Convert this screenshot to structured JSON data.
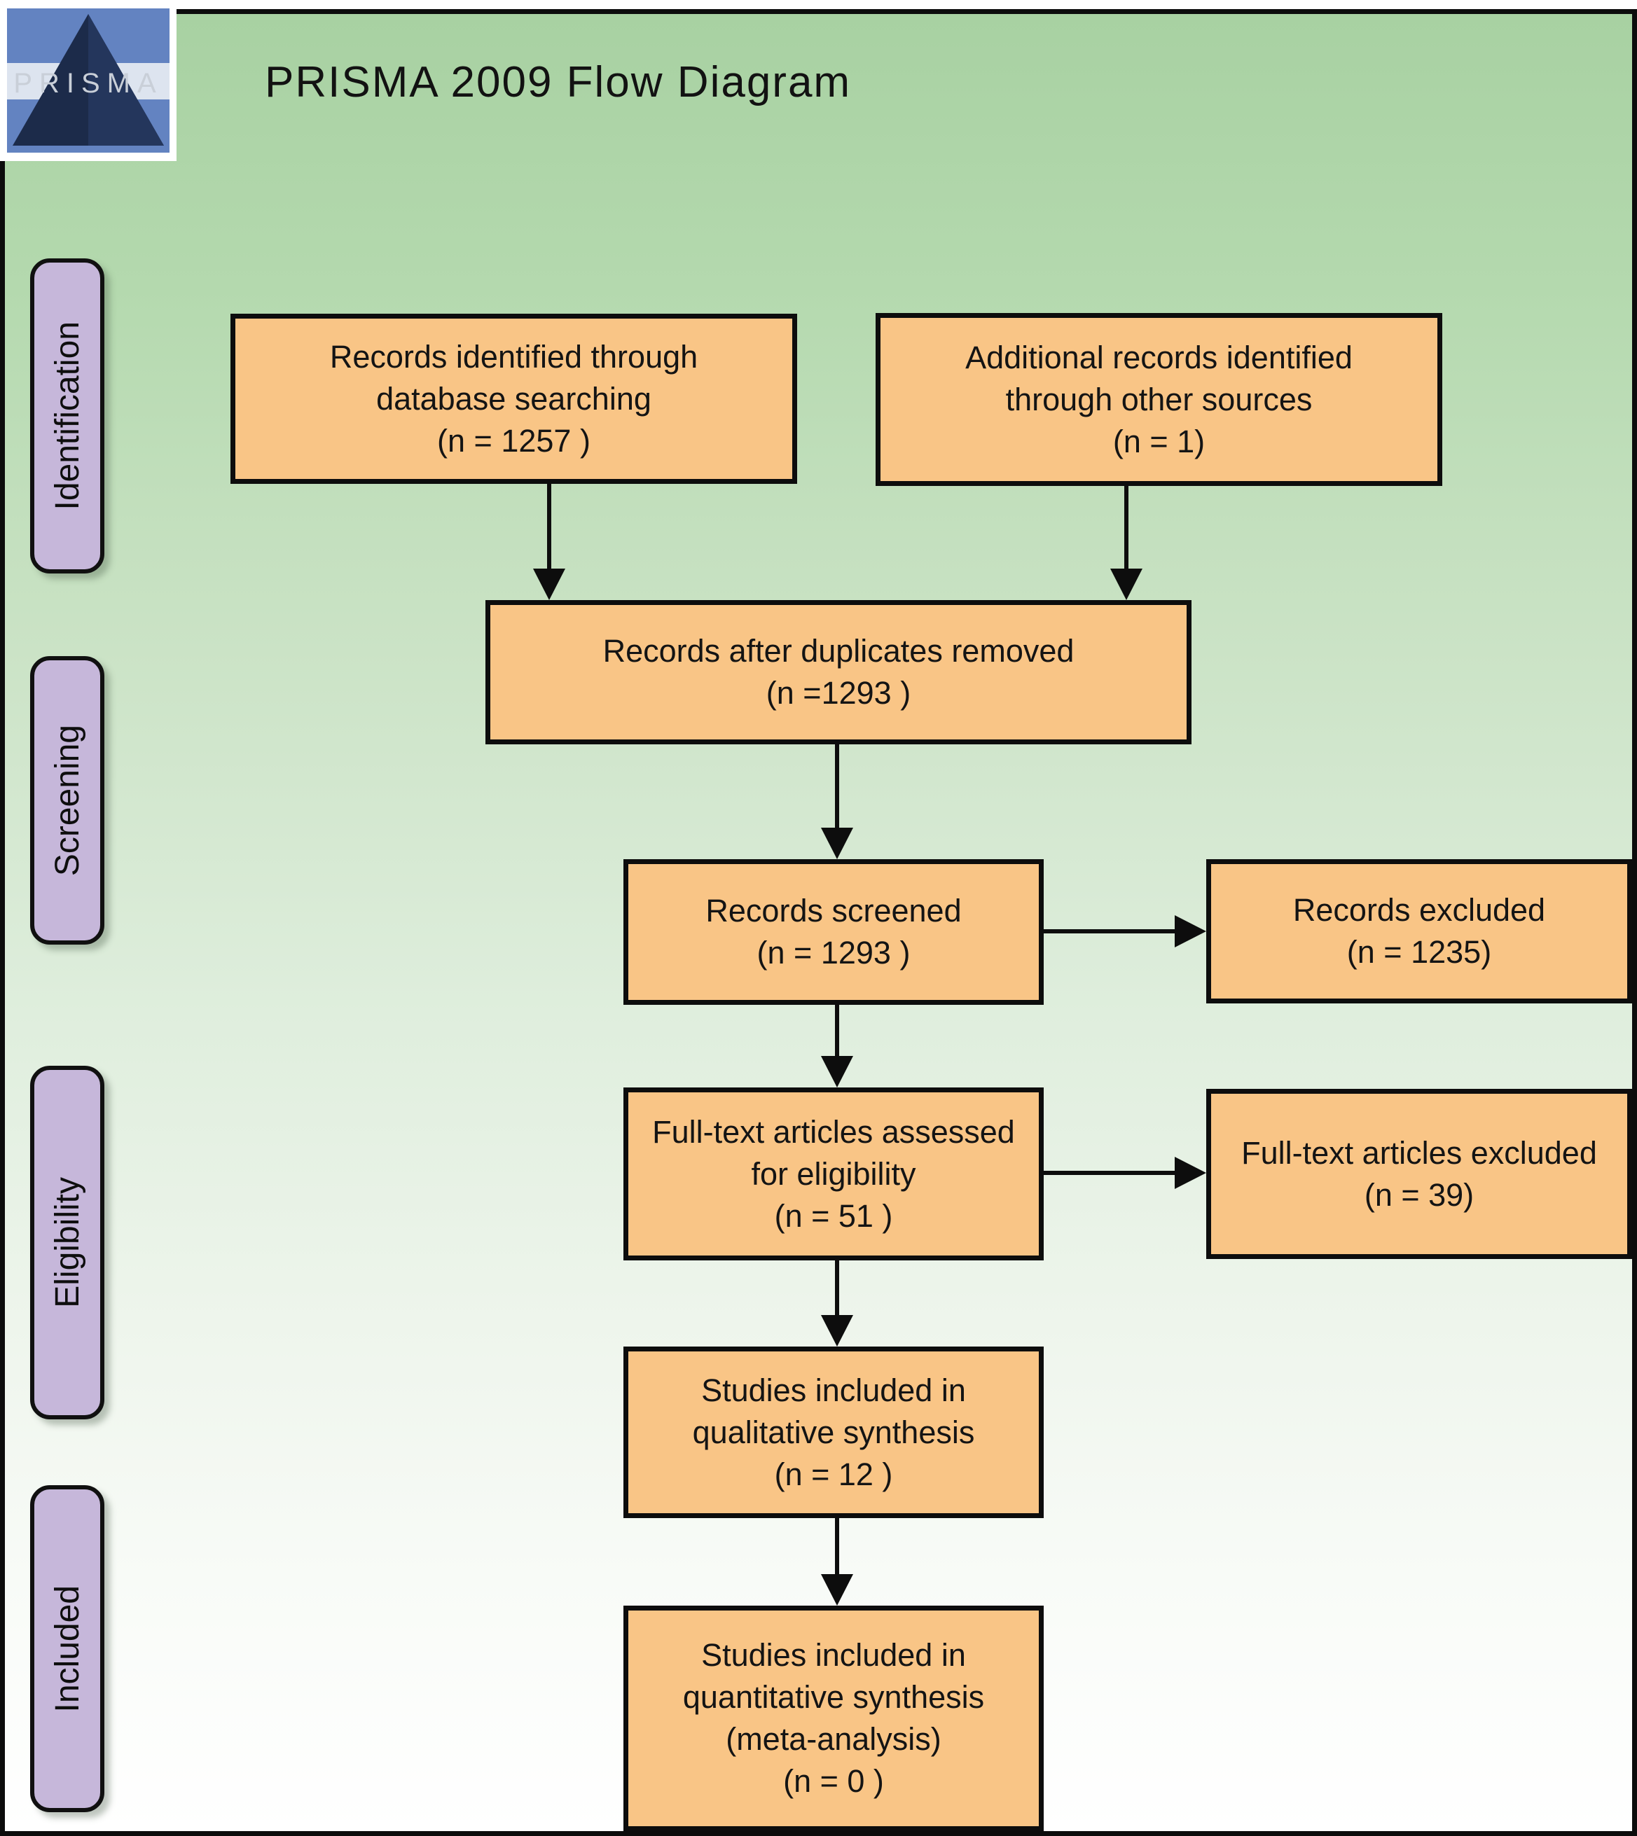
{
  "header": {
    "title": "PRISMA 2009 Flow Diagram",
    "logo_text": "PRISMA"
  },
  "stages": {
    "identification": "Identification",
    "screening": "Screening",
    "eligibility": "Eligibility",
    "included": "Included"
  },
  "nodes": {
    "records_identified": {
      "line1": "Records identified through",
      "line2": "database searching",
      "line3": "(n = 1257 )"
    },
    "additional_records": {
      "line1": "Additional records identified",
      "line2": "through other sources",
      "line3": "(n = 1)"
    },
    "duplicates_removed": {
      "line1": "Records after duplicates removed",
      "line2": "(n =1293 )"
    },
    "records_screened": {
      "line1": "Records screened",
      "line2": "(n = 1293 )"
    },
    "records_excluded": {
      "line1": "Records excluded",
      "line2": "(n = 1235)"
    },
    "fulltext_assessed": {
      "line1": "Full-text articles assessed",
      "line2": "for eligibility",
      "line3": "(n = 51 )"
    },
    "fulltext_excluded": {
      "line1": "Full-text articles excluded",
      "line2": "(n = 39)"
    },
    "qualitative_synthesis": {
      "line1": "Studies included in",
      "line2": "qualitative synthesis",
      "line3": "(n = 12 )"
    },
    "quantitative_synthesis": {
      "line1": "Studies included in",
      "line2": "quantitative synthesis",
      "line3": "(meta-analysis)",
      "line4": "(n = 0 )"
    }
  },
  "colors": {
    "background_top_green": "#a8d1a2",
    "background_bottom": "#ffffff",
    "node_fill": "#f9c586",
    "stage_fill": "#c6b7da",
    "line_black": "#0d0d0d",
    "logo_blue": "#6383c1",
    "logo_navy": "#1c2b4a"
  }
}
